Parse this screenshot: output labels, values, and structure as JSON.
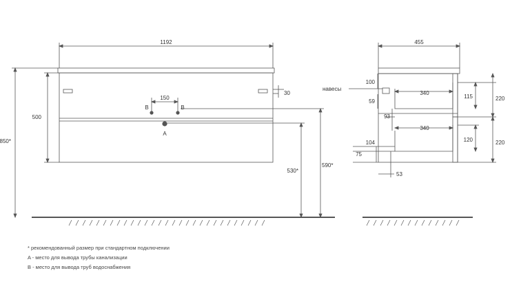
{
  "colors": {
    "line": "#555555",
    "text": "#333333",
    "fill": "#ffffff",
    "marker": "#555555"
  },
  "front": {
    "width": "1192",
    "height": "500",
    "total_height": "850*",
    "pipe_spacing": "150",
    "offset_30": "30",
    "drain_height": "530*",
    "supply_height": "590*",
    "label_b1": "B",
    "label_b2": "B",
    "label_a": "A"
  },
  "side": {
    "depth": "455",
    "hinges_label": "навесы",
    "d100": "100",
    "d59": "59",
    "d93": "93",
    "d104": "104",
    "d75": "75",
    "d340_top": "340",
    "d340_bottom": "340",
    "d115": "115",
    "d120": "120",
    "d220_top": "220",
    "d220_bottom": "220",
    "d53": "53"
  },
  "notes": {
    "note1": "* рекомендованный размер при стандартном подключении",
    "note2": "A - место для вывода трубы канализации",
    "note3": "B - место для вывода труб водоснабжения"
  }
}
